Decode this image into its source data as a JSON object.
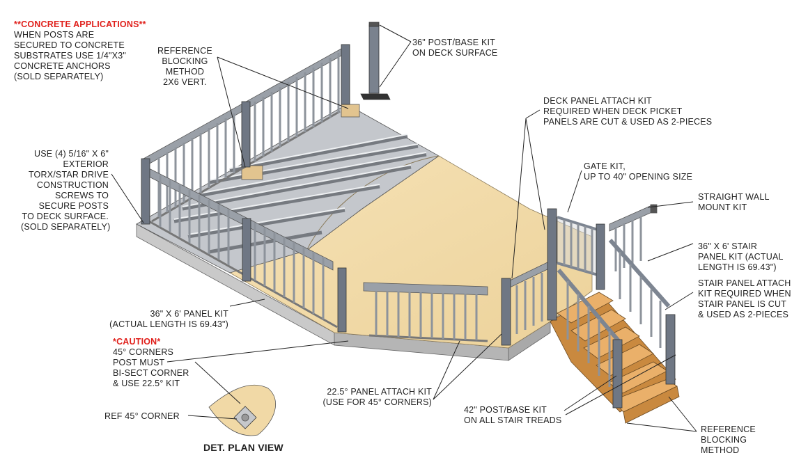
{
  "colors": {
    "accent_red": "#e0201b",
    "deck_wood": "#f1d9a6",
    "stair_wood": "#e7a75c",
    "rail_gray": "#7d8591",
    "frame_gray": "#b9bcc1"
  },
  "notes": {
    "concrete_title": "**CONCRETE APPLICATIONS**",
    "concrete_body": "WHEN POSTS ARE\nSECURED TO CONCRETE\nSUBSTRATES USE 1/4\"X3\"\nCONCRETE ANCHORS\n(SOLD SEPARATELY)",
    "blocking_top": "REFERENCE\nBLOCKING\nMETHOD\n2X6 VERT.",
    "post_base_deck": "36\" POST/BASE KIT\nON DECK SURFACE",
    "screws": "USE (4) 5/16\" X 6\"\nEXTERIOR\nTORX/STAR DRIVE\nCONSTRUCTION\nSCREWS TO\nSECURE POSTS\nTO DECK SURFACE.\n(SOLD SEPARATELY)",
    "deck_panel_attach": "DECK PANEL ATTACH KIT\nREQUIRED WHEN DECK PICKET\nPANELS ARE CUT & USED AS 2-PIECES",
    "gate_kit": "GATE KIT,\nUP TO 40\" OPENING SIZE",
    "straight_wall": "STRAIGHT WALL\nMOUNT KIT",
    "stair_panel_kit": "36\" X 6' STAIR\nPANEL KIT (ACTUAL\nLENGTH IS 69.43\")",
    "stair_attach": "STAIR PANEL ATTACH\nKIT REQUIRED WHEN\nSTAIR PANEL IS CUT\n& USED AS 2-PIECES",
    "panel_kit": "36\" X 6' PANEL KIT\n(ACTUAL LENGTH IS 69.43\")",
    "caution_title": "*CAUTION*",
    "caution_body": "45° CORNERS\nPOST MUST\nBI-SECT CORNER\n& USE 22.5° KIT",
    "ref_corner": "REF 45° CORNER",
    "det_plan": "DET. PLAN VIEW",
    "attach_225": "22.5° PANEL ATTACH KIT\n(USE FOR 45° CORNERS)",
    "post_base_stair": "42\" POST/BASE KIT\nON ALL STAIR TREADS",
    "blocking_bottom": "REFERENCE\nBLOCKING\nMETHOD"
  }
}
